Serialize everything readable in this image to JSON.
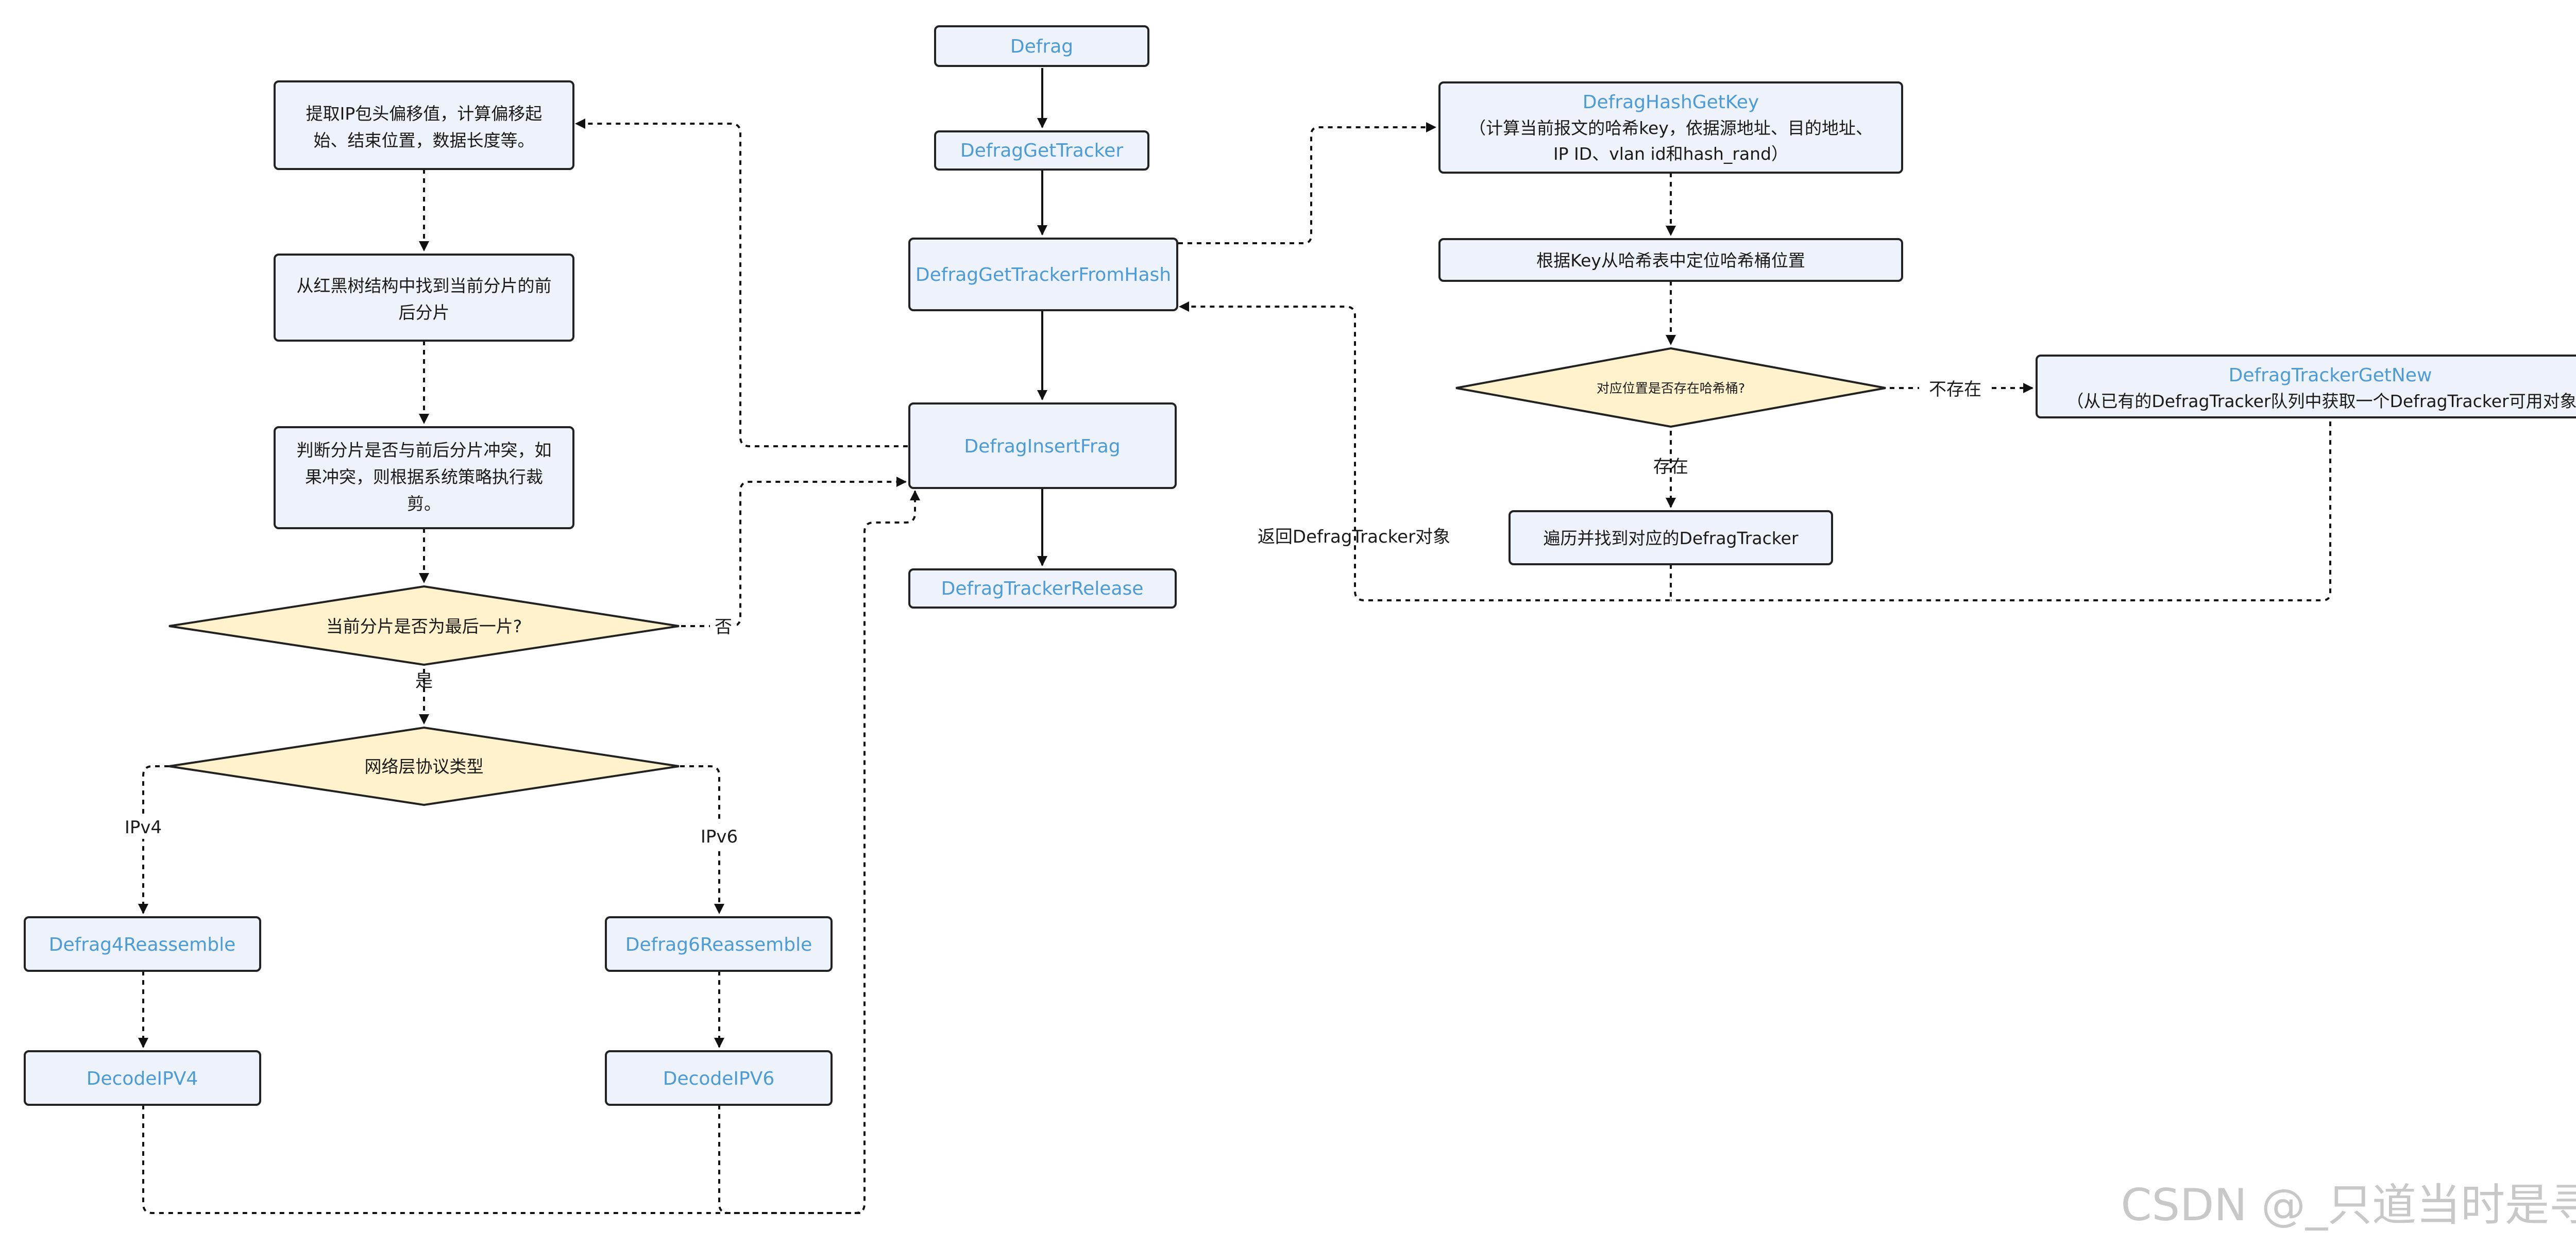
{
  "nodes": {
    "defrag": "Defrag",
    "get_tracker": "DefragGetTracker",
    "from_hash": "DefragGetTrackerFromHash",
    "insert_frag": "DefragInsertFrag",
    "release": "DefragTrackerRelease",
    "hash_key_title": "DefragHashGetKey",
    "hash_key_desc_1": "（计算当前报文的哈希key，依据源地址、目的地址、",
    "hash_key_desc_2": "IP ID、vlan id和hash_rand）",
    "locate_bucket": "根据Key从哈希表中定位哈希桶位置",
    "bucket_exists": "对应位置是否存在哈希桶?",
    "get_new_title": "DefragTrackerGetNew",
    "get_new_desc": "（从已有的DefragTracker队列中获取一个DefragTracker可用对象）",
    "traverse_find": "遍历并找到对应的DefragTracker",
    "extract_1": "提取IP包头偏移值，计算偏移起",
    "extract_2": "始、结束位置，数据长度等。",
    "rbtree_1": "从红黑树结构中找到当前分片的前",
    "rbtree_2": "后分片",
    "conflict_1": "判断分片是否与前后分片冲突，如",
    "conflict_2": "果冲突，则根据系统策略执行裁",
    "conflict_3": "剪。",
    "is_last": "当前分片是否为最后一片?",
    "proto_type": "网络层协议类型",
    "reassemble4": "Defrag4Reassemble",
    "reassemble6": "Defrag6Reassemble",
    "decode4": "DecodeIPV4",
    "decode6": "DecodeIPV6"
  },
  "edge_labels": {
    "not_exist": "不存在",
    "exist": "存在",
    "return_tracker": "返回DefragTracker对象",
    "no": "否",
    "yes": "是",
    "ipv4": "IPv4",
    "ipv6": "IPv6"
  },
  "watermark": "CSDN @_只道当时是寻常",
  "colors": {
    "box_fill": "#eef3fb",
    "decision_fill": "#fff2cc",
    "function_text": "#4a9bd8",
    "border": "#222222"
  }
}
